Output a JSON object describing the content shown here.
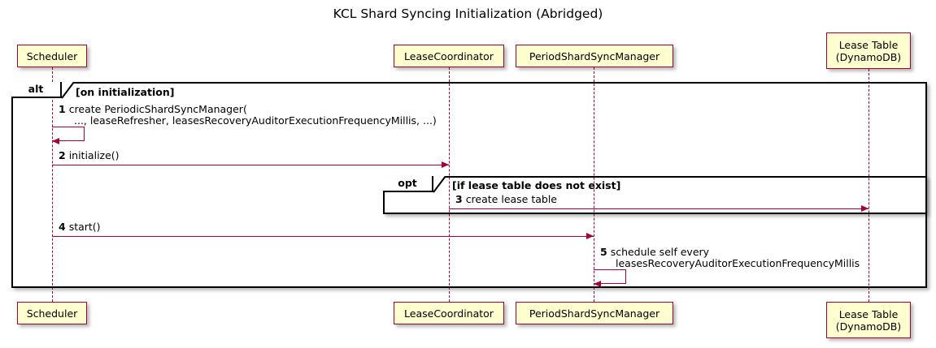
{
  "title": "KCL Shard Syncing Initialization (Abridged)",
  "colors": {
    "participant_fill": "#FEFECE",
    "participant_border": "#A80036",
    "arrow": "#A80036",
    "frame_border": "#000000",
    "background": "#FFFFFF"
  },
  "participants": [
    {
      "id": "scheduler",
      "label_line1": "Scheduler",
      "label_line2": ""
    },
    {
      "id": "lease-coordinator",
      "label_line1": "LeaseCoordinator",
      "label_line2": ""
    },
    {
      "id": "period-shard-sync-manager",
      "label_line1": "PeriodShardSyncManager",
      "label_line2": ""
    },
    {
      "id": "lease-table",
      "label_line1": "Lease Table",
      "label_line2": "(DynamoDB)"
    }
  ],
  "fragments": [
    {
      "id": "alt-on-initialization",
      "type_label": "alt",
      "condition": "[on initialization]"
    },
    {
      "id": "opt-lease-table-missing",
      "type_label": "opt",
      "condition": "[if lease table does not exist]"
    }
  ],
  "messages": [
    {
      "number": "1",
      "text_line1": "create PeriodicShardSyncManager(",
      "text_line2": "..., leaseRefresher, leasesRecoveryAuditorExecutionFrequencyMillis, ...)",
      "from": "Scheduler",
      "to": "Scheduler",
      "kind": "self"
    },
    {
      "number": "2",
      "text_line1": "initialize()",
      "text_line2": "",
      "from": "Scheduler",
      "to": "LeaseCoordinator",
      "kind": "sync"
    },
    {
      "number": "3",
      "text_line1": "create lease table",
      "text_line2": "",
      "from": "LeaseCoordinator",
      "to": "Lease Table",
      "kind": "sync"
    },
    {
      "number": "4",
      "text_line1": "start()",
      "text_line2": "",
      "from": "Scheduler",
      "to": "PeriodShardSyncManager",
      "kind": "sync"
    },
    {
      "number": "5",
      "text_line1": "schedule self every",
      "text_line2": "leasesRecoveryAuditorExecutionFrequencyMillis",
      "from": "PeriodShardSyncManager",
      "to": "PeriodShardSyncManager",
      "kind": "self"
    }
  ]
}
